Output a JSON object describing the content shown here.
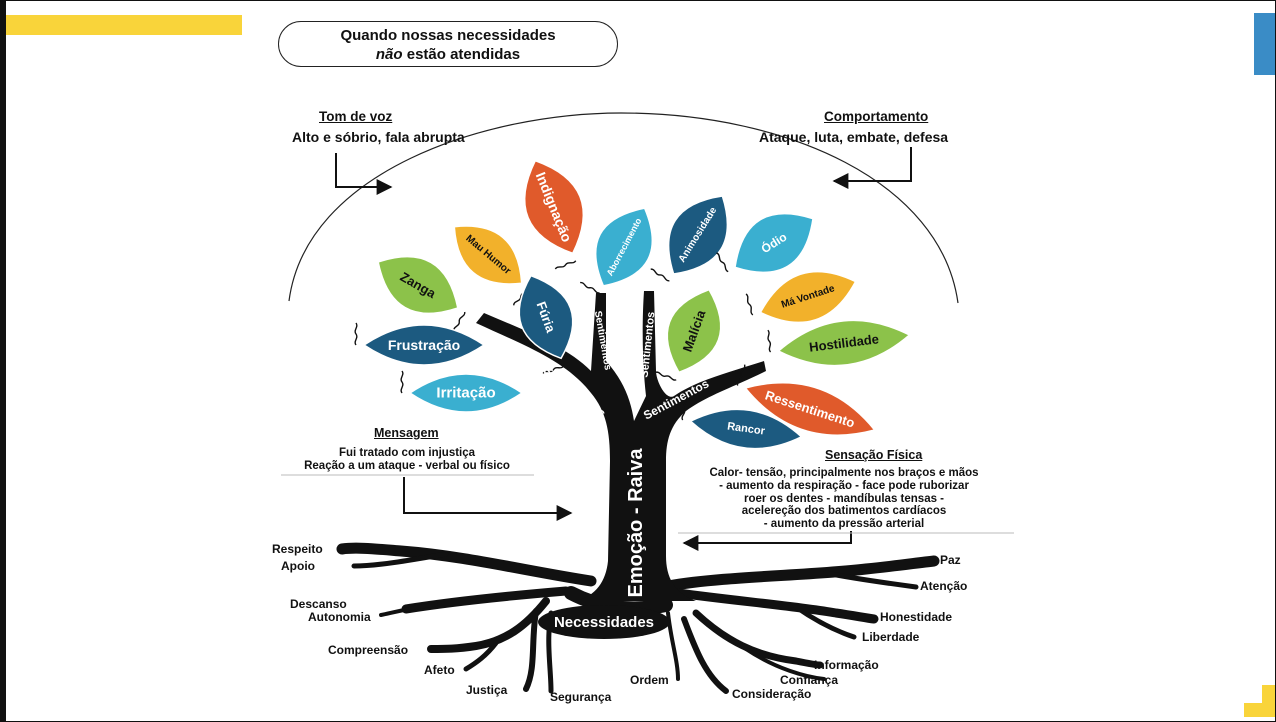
{
  "title": {
    "line1": "Quando nossas necessidades",
    "line2_em": "não",
    "line2_rest": " estão atendidas"
  },
  "tom": {
    "heading": "Tom de voz",
    "text": "Alto e sóbrio, fala abrupta"
  },
  "comportamento": {
    "heading": "Comportamento",
    "text": "Ataque, luta, embate, defesa"
  },
  "mensagem": {
    "heading": "Mensagem",
    "line1": "Fui tratado com injustiça",
    "line2": "Reação a um ataque - verbal ou físico"
  },
  "sensacao": {
    "heading": "Sensação Física",
    "lines": [
      "Calor- tensão, principalmente nos braços e mãos",
      "- aumento da respiração - face pode ruborizar",
      "roer os dentes - mandíbulas tensas -",
      "acelereção dos batimentos cardíacos",
      "- aumento da pressão arterial"
    ]
  },
  "trunk": "Emoção - Raiva",
  "branches": [
    "Sentimentos",
    "Sentimentos",
    "Sentimentos",
    "Sentimentos"
  ],
  "necessidades": "Necessidades",
  "leaves": [
    {
      "label": "Indignação",
      "color": "#e05a2b"
    },
    {
      "label": "Mau Humor",
      "color": "#f2b12b"
    },
    {
      "label": "Aborrecimento",
      "color": "#3aafd0"
    },
    {
      "label": "Animosidade",
      "color": "#1c5a80"
    },
    {
      "label": "Ódio",
      "color": "#3aafd0"
    },
    {
      "label": "Zanga",
      "color": "#8cc24a"
    },
    {
      "label": "Fúria",
      "color": "#1c5a80"
    },
    {
      "label": "Malícia",
      "color": "#8cc24a"
    },
    {
      "label": "Má Vontade",
      "color": "#f2b12b"
    },
    {
      "label": "Frustração",
      "color": "#1c5a80"
    },
    {
      "label": "Hostilidade",
      "color": "#8cc24a"
    },
    {
      "label": "Irritação",
      "color": "#3aafd0"
    },
    {
      "label": "Ressentimento",
      "color": "#e05a2b"
    },
    {
      "label": "Rancor",
      "color": "#1c5a80"
    }
  ],
  "roots_left": [
    "Respeito",
    "Apoio",
    "Descanso",
    "Autonomia",
    "Compreensão",
    "Afeto",
    "Justiça",
    "Segurança"
  ],
  "roots_right": [
    "Paz",
    "Atenção",
    "Honestidade",
    "Liberdade",
    "Informação",
    "Confiança",
    "Consideração",
    "Ordem"
  ],
  "colors": {
    "accent_yellow": "#f9d43a",
    "accent_blue": "#3a8cc6",
    "tree": "#111111"
  }
}
